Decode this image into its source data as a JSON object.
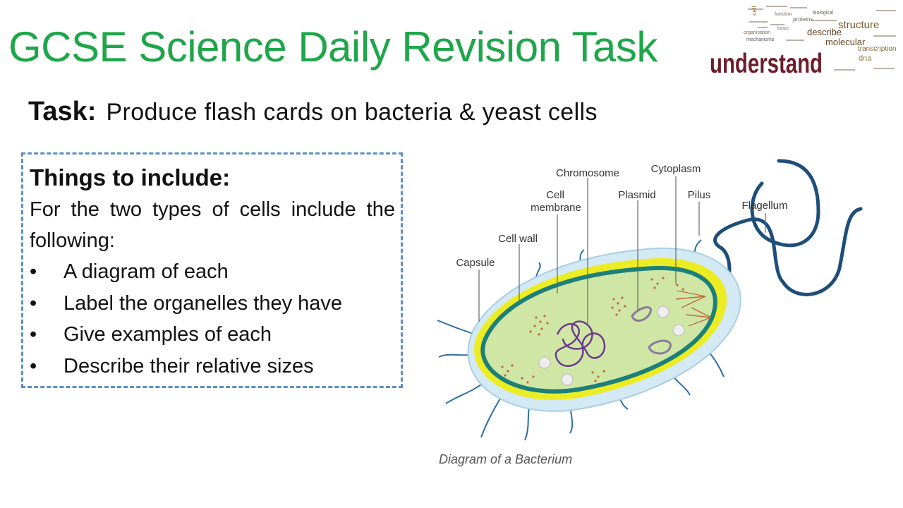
{
  "header": {
    "title": "GCSE Science Daily Revision Task"
  },
  "word_cloud": {
    "main_word": "understand",
    "words": [
      "structure",
      "describe",
      "molecular",
      "transcription",
      "dna",
      "proteins",
      "basic",
      "organisation",
      "mechanisms",
      "function",
      "biological",
      "cell"
    ]
  },
  "task": {
    "label": "Task:",
    "text": "Produce flash cards on bacteria & yeast cells"
  },
  "include_box": {
    "heading": "Things to include:",
    "intro": "For the two types of cells include the following:",
    "bullet_symbol": "•",
    "items": [
      "A diagram of each",
      "Label the organelles they have",
      "Give examples of each",
      "Describe their relative sizes"
    ]
  },
  "diagram": {
    "labels": {
      "chromosome": "Chromosome",
      "cytoplasm": "Cytoplasm",
      "cell_membrane_line1": "Cell",
      "cell_membrane_line2": "membrane",
      "plasmid": "Plasmid",
      "pilus": "Pilus",
      "flagellum": "Flagellum",
      "cell_wall": "Cell wall",
      "capsule": "Capsule"
    },
    "caption": "Diagram of a Bacterium",
    "colors": {
      "capsule": "#d3e9f4",
      "cell_wall": "#ecec24",
      "membrane": "#1b7f7a",
      "cytoplasm": "#cfe6a5",
      "chromosome": "#6b3a8e",
      "plasmid": "#8a7a9c",
      "ribosome": "#c06a3c",
      "flagellum": "#1e4e79",
      "pili": "#2a6fa8"
    }
  }
}
